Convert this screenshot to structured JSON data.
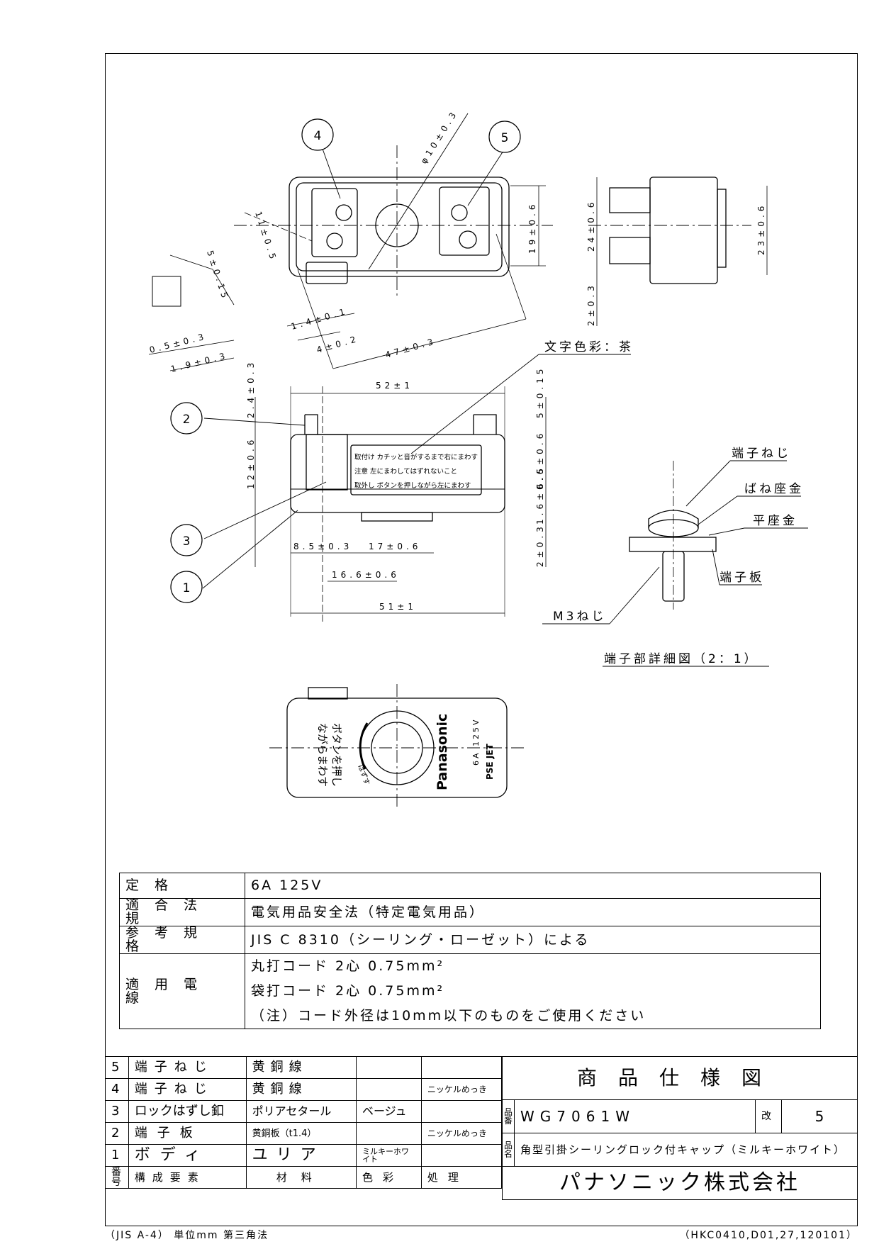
{
  "drawing": {
    "balloons": [
      "1",
      "2",
      "3",
      "4",
      "5"
    ],
    "dimensions": {
      "phi": "φ10±0.3",
      "d47": "47±0.3",
      "d19": "19±0.6",
      "d24": "24±0.6",
      "d23": "23±0.6",
      "d2a": "2±0.3",
      "d1_4": "1.4±0.1",
      "d4": "4±0.2",
      "d05": "0.5±0.3",
      "d19b": "1.9±0.3",
      "d5_015": "5±0.15",
      "d11_5": "11±0.5",
      "d52": "52±1",
      "d5b": "5±0.15",
      "d24b": "2.4±0.3",
      "d12": "12±0.6",
      "d6_5": "6.5±0.6",
      "d1_6": "1.6±0.6",
      "d2b": "2±0.3",
      "d8_5": "8.5±0.3",
      "d17": "17±0.6",
      "d16_6": "16.6±0.6",
      "d51": "51±1"
    },
    "notes": {
      "text_color": "文字色彩：茶",
      "terminal_screw": "端子ねじ",
      "spring_washer": "ばね座金",
      "flat_washer": "平座金",
      "terminal_plate": "端子板",
      "m3_screw": "M3ねじ",
      "detail_title": "端子部詳細図（2：1）",
      "label_lines": [
        "取付け カチッと音がするまで右にまわす",
        "注意 左にまわしてはずれないこと",
        "取外し ボタンを押しながら左にまわす"
      ],
      "label_tags": [
        "取付け",
        "注意",
        "取外し"
      ]
    },
    "bottom_view": {
      "brand": "Panasonic",
      "rating": "6A 125V",
      "pse": "PSE JET",
      "instructions": [
        "ボタンを押し",
        "ながらまわす"
      ],
      "arrow_text": "はずす"
    }
  },
  "spec": [
    {
      "label": "定格",
      "value": "6A 125V"
    },
    {
      "label": "適合法規",
      "value": "電気用品安全法（特定電気用品）"
    },
    {
      "label": "参考規格",
      "value": "JIS C 8310（シーリング・ローゼット）による"
    },
    {
      "label": "適用電線",
      "values": [
        "丸打コード 2心 0.75mm²",
        "袋打コード 2心 0.75mm²",
        "（注）コード外径は10mm以下のものをご使用ください"
      ]
    }
  ],
  "parts": {
    "rows": [
      {
        "no": "5",
        "name": "端子ねじ",
        "material": "黄銅線",
        "color": "",
        "finish": ""
      },
      {
        "no": "4",
        "name": "端子ねじ",
        "material": "黄銅線",
        "color": "",
        "finish": "ニッケルめっき"
      },
      {
        "no": "3",
        "name": "ロックはずし釦",
        "material": "ポリアセタール",
        "color": "ベージュ",
        "finish": ""
      },
      {
        "no": "2",
        "name": "端子板",
        "material": "黄銅板（t1.4）",
        "color": "",
        "finish": "ニッケルめっき"
      },
      {
        "no": "1",
        "name": "ボディ",
        "material": "ユリア",
        "color": "ミルキーホワイト",
        "finish": ""
      }
    ],
    "header": {
      "no": "番号",
      "name": "構成要素",
      "material": "材料",
      "color": "色彩",
      "finish": "処理"
    }
  },
  "title_block": {
    "title": "商品仕様図",
    "part_no_label": "品番",
    "part_no": "WG7061W",
    "rev_label": "改",
    "rev": "5",
    "name_label": "品名",
    "name": "角型引掛シーリングロック付キャップ（ミルキーホワイト）",
    "company": "パナソニック株式会社"
  },
  "footer": {
    "left": "（JIS A-4） 単位mm 第三角法",
    "right": "（HKC0410,D01,27,120101）"
  }
}
